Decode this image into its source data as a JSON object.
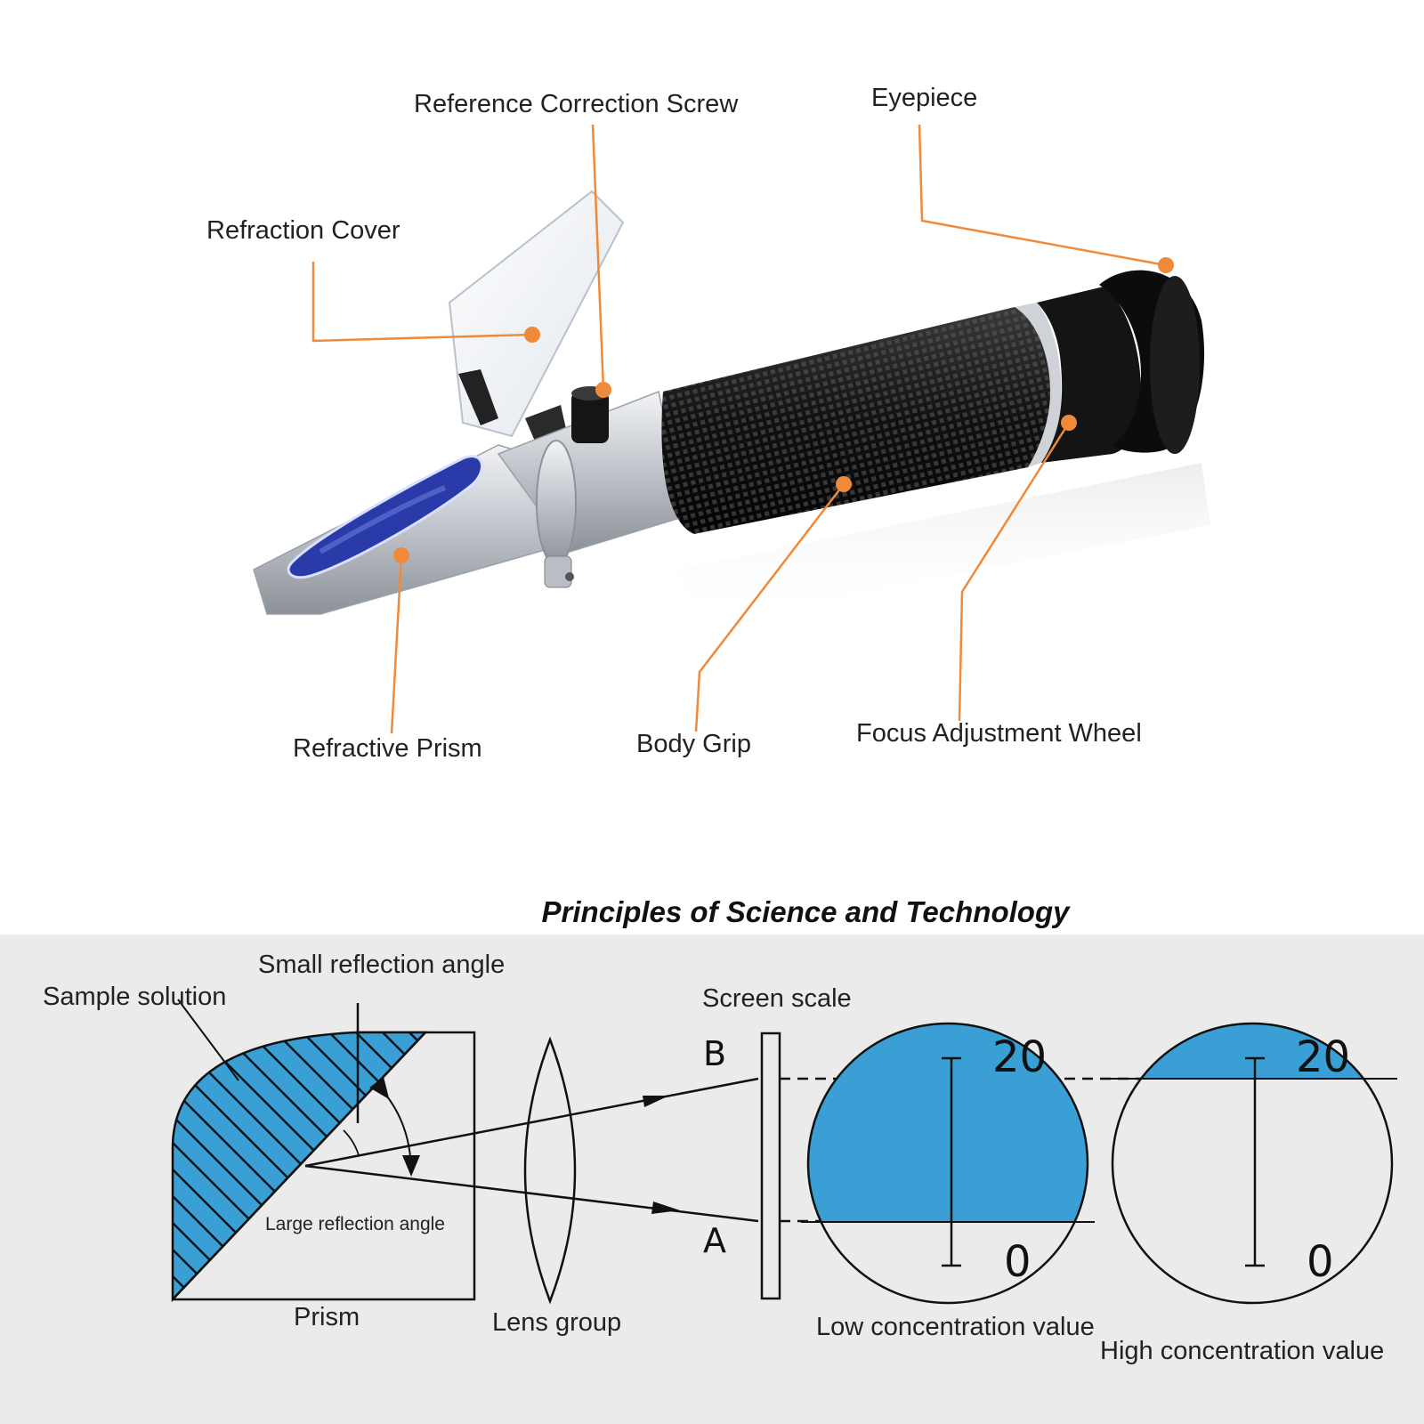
{
  "device_labels": {
    "reference_correction_screw": "Reference Correction Screw",
    "eyepiece": "Eyepiece",
    "refraction_cover": "Refraction Cover",
    "refractive_prism": "Refractive Prism",
    "body_grip": "Body Grip",
    "focus_adjustment_wheel": "Focus Adjustment Wheel"
  },
  "principles": {
    "title": "Principles of Science and Technology",
    "small_reflection_angle": "Small reflection angle",
    "sample_solution": "Sample solution",
    "large_reflection_angle": "Large reflection angle",
    "prism": "Prism",
    "lens_group": "Lens group",
    "screen_scale": "Screen scale",
    "point_b": "B",
    "point_a": "A",
    "low_concentration": "Low concentration value",
    "high_concentration": "High concentration value",
    "scale_top": "20",
    "scale_bottom": "0"
  },
  "colors": {
    "callout": "#ee8a3a",
    "sample_blue": "#3a9fd4",
    "prism_window": "#2a3aa8",
    "grip": "#1a1a1a",
    "body_metal": "#c8ccd2"
  }
}
